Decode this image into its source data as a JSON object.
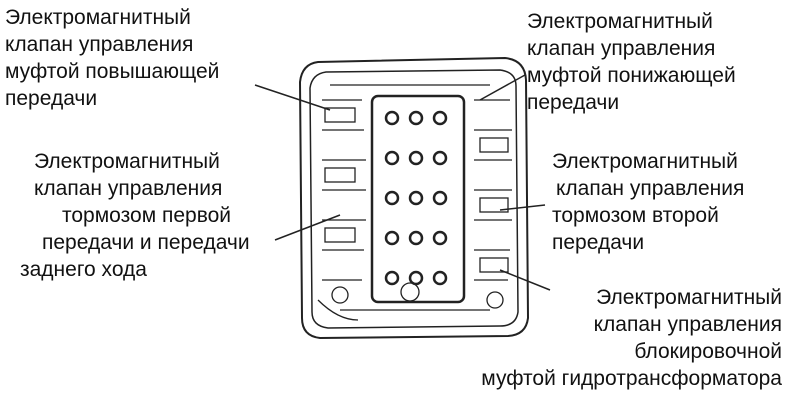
{
  "labels": {
    "upshift_clutch": [
      "Электромагнитный",
      "клапан управления",
      "муфтой повышающей",
      "передачи"
    ],
    "downshift_clutch": [
      "Электромагнитный",
      "клапан управления",
      "муфтой понижающей",
      "передачи"
    ],
    "first_reverse_brake": [
      "Электромагнитный",
      "клапан управления",
      "тормозом первой",
      "передачи и передачи",
      "заднего хода"
    ],
    "second_brake": [
      "Электромагнитный",
      "клапан управления",
      "тормозом второй",
      "передачи"
    ],
    "lockup_clutch": [
      "Электромагнитный",
      "клапан управления",
      "блокировочной",
      "муфтой гидротрансформатора"
    ]
  }
}
